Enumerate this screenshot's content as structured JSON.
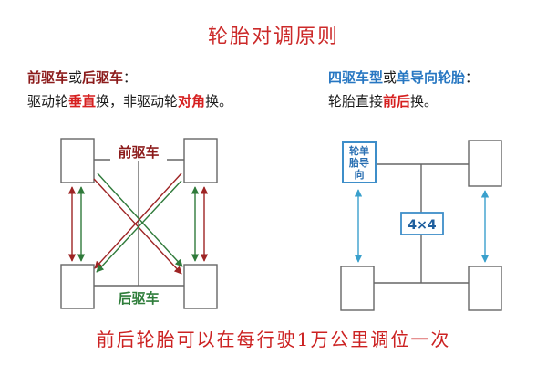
{
  "title": "轮胎对调原则",
  "left_rule": {
    "heading_part1": "前驱车",
    "heading_sep": "或",
    "heading_part2": "后驱车",
    "heading_colon": "：",
    "body_part1": "驱动轮",
    "body_highlight1": "垂直",
    "body_part2": "换，非驱动轮",
    "body_highlight2": "对角",
    "body_part3": "换。"
  },
  "right_rule": {
    "heading_part1": "四驱车型",
    "heading_sep": "或",
    "heading_part2": "单导向轮胎",
    "heading_colon": "：",
    "body_part1": "轮胎直接",
    "body_highlight": "前后",
    "body_part2": "换。"
  },
  "left_diagram": {
    "front_label": "前驱车",
    "rear_label": "后驱车"
  },
  "right_diagram": {
    "tag_lines": [
      "轮单",
      "胎导",
      "向"
    ],
    "center_label": "4×4"
  },
  "footer": "前后轮胎可以在每行驶1万公里调位一次",
  "colors": {
    "red_arrow": "#9e2424",
    "green_arrow": "#2f7a3a",
    "blue_arrow": "#3aa0cc",
    "tag_border": "#3e8ec9",
    "frame": "#666666"
  }
}
